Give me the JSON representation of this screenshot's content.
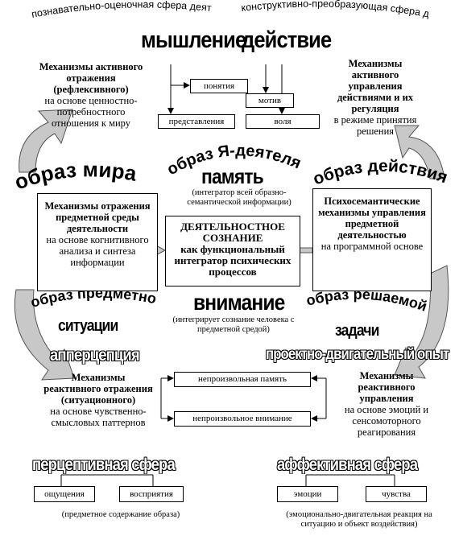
{
  "arcs": {
    "cognitive_sphere": "познавательно-оценочная сфера деятельностного сознания",
    "constructive_sphere": "конструктивно-преобразующая сфера деятельностного сознания",
    "self_image": "образ Я-деятеля",
    "world_image": "образ мира",
    "action_image": "образ действия",
    "object_situation_line1": "образ предметной",
    "object_situation_line2": "ситуации",
    "task_image_line1": "образ решаемой",
    "task_image_line2": "задачи"
  },
  "headings": {
    "thinking": "мышление",
    "action": "действие",
    "memory": "память",
    "attention": "внимание",
    "apperception": "апперцепция",
    "design_motor": "проектно-двигательный опыт",
    "perceptive_sphere": "перцептивная сфера",
    "affective_sphere": "аффективная сфера"
  },
  "small_boxes": {
    "concepts": "понятия",
    "representations": "представления",
    "motive": "мотив",
    "will": "воля",
    "sensations": "ощущения",
    "perceptions": "восприятия",
    "emotions": "эмоции",
    "feelings": "чувства",
    "involuntary_memory": "непроизвольная память",
    "involuntary_attention": "непроизвольное внимание"
  },
  "notes": {
    "memory_note": "(интегратор всей образно-семантической информации)",
    "attention_note": "(интегрирует сознание человека с предметной средой)",
    "perceptive_note": "(предметное содержание образа)",
    "affective_note": "(эмоционально-двигательная реакция на ситуацию и объект воздействия)"
  },
  "mechanisms": {
    "reflexive_bold": "Механизмы активного отражения (рефлексивного)",
    "reflexive_rest": "на основе ценностно-потребностного отношения к миру",
    "control_bold": "Механизмы активного управления действиями и их регуляция",
    "control_rest": "в режиме принятия решения",
    "object_env_bold": "Механизмы отражения предметной среды деятельности",
    "object_env_rest": "на основе когнитивного анализа и синтеза информации",
    "psychosemantic_bold": "Психосемантические механизмы управления предметной деятельностью",
    "psychosemantic_rest": "на программной основе",
    "reactive_bold": "Механизмы реактивного отражения (ситуационного)",
    "reactive_rest": "на основе чувственно-смысловых паттернов",
    "reactive_control_bold": "Механизмы реактивного управления",
    "reactive_control_rest": "на основе эмоций и сенсомоторного реагирования"
  },
  "center": {
    "title": "ДЕЯТЕЛЬНОСТНОЕ СОЗНАНИЕ",
    "subtitle": "как функциональный интегратор психических процессов"
  }
}
